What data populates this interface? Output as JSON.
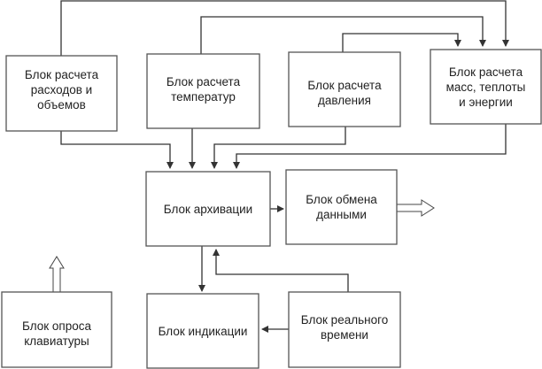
{
  "diagram": {
    "blocks": [
      {
        "id": "flow",
        "lines": [
          "Блок расчета",
          "расходов и",
          "объемов"
        ]
      },
      {
        "id": "temp",
        "lines": [
          "Блок расчета",
          "температур"
        ]
      },
      {
        "id": "pressure",
        "lines": [
          "Блок расчета",
          "давления"
        ]
      },
      {
        "id": "mass",
        "lines": [
          "Блок расчета",
          "масс, теплоты",
          "и энергии"
        ]
      },
      {
        "id": "archive",
        "lines": [
          "Блок архивации"
        ]
      },
      {
        "id": "exchange",
        "lines": [
          "Блок обмена",
          "данными"
        ]
      },
      {
        "id": "keyboard",
        "lines": [
          "Блок опроса",
          "клавиатуры"
        ]
      },
      {
        "id": "indication",
        "lines": [
          "Блок индикации"
        ]
      },
      {
        "id": "rtc",
        "lines": [
          "Блок реального",
          "времени"
        ]
      }
    ],
    "connections": [
      {
        "from": "flow",
        "to": "mass"
      },
      {
        "from": "temp",
        "to": "mass"
      },
      {
        "from": "pressure",
        "to": "mass"
      },
      {
        "from": "flow",
        "to": "archive"
      },
      {
        "from": "temp",
        "to": "archive"
      },
      {
        "from": "pressure",
        "to": "archive"
      },
      {
        "from": "mass",
        "to": "archive"
      },
      {
        "from": "archive",
        "to": "exchange"
      },
      {
        "from": "archive",
        "to": "indication"
      },
      {
        "from": "rtc",
        "to": "archive"
      },
      {
        "from": "rtc",
        "to": "indication"
      },
      {
        "from": "exchange",
        "to": "external",
        "style": "double-arrow"
      },
      {
        "from": "keyboard",
        "to": "external",
        "style": "double-arrow"
      }
    ]
  }
}
